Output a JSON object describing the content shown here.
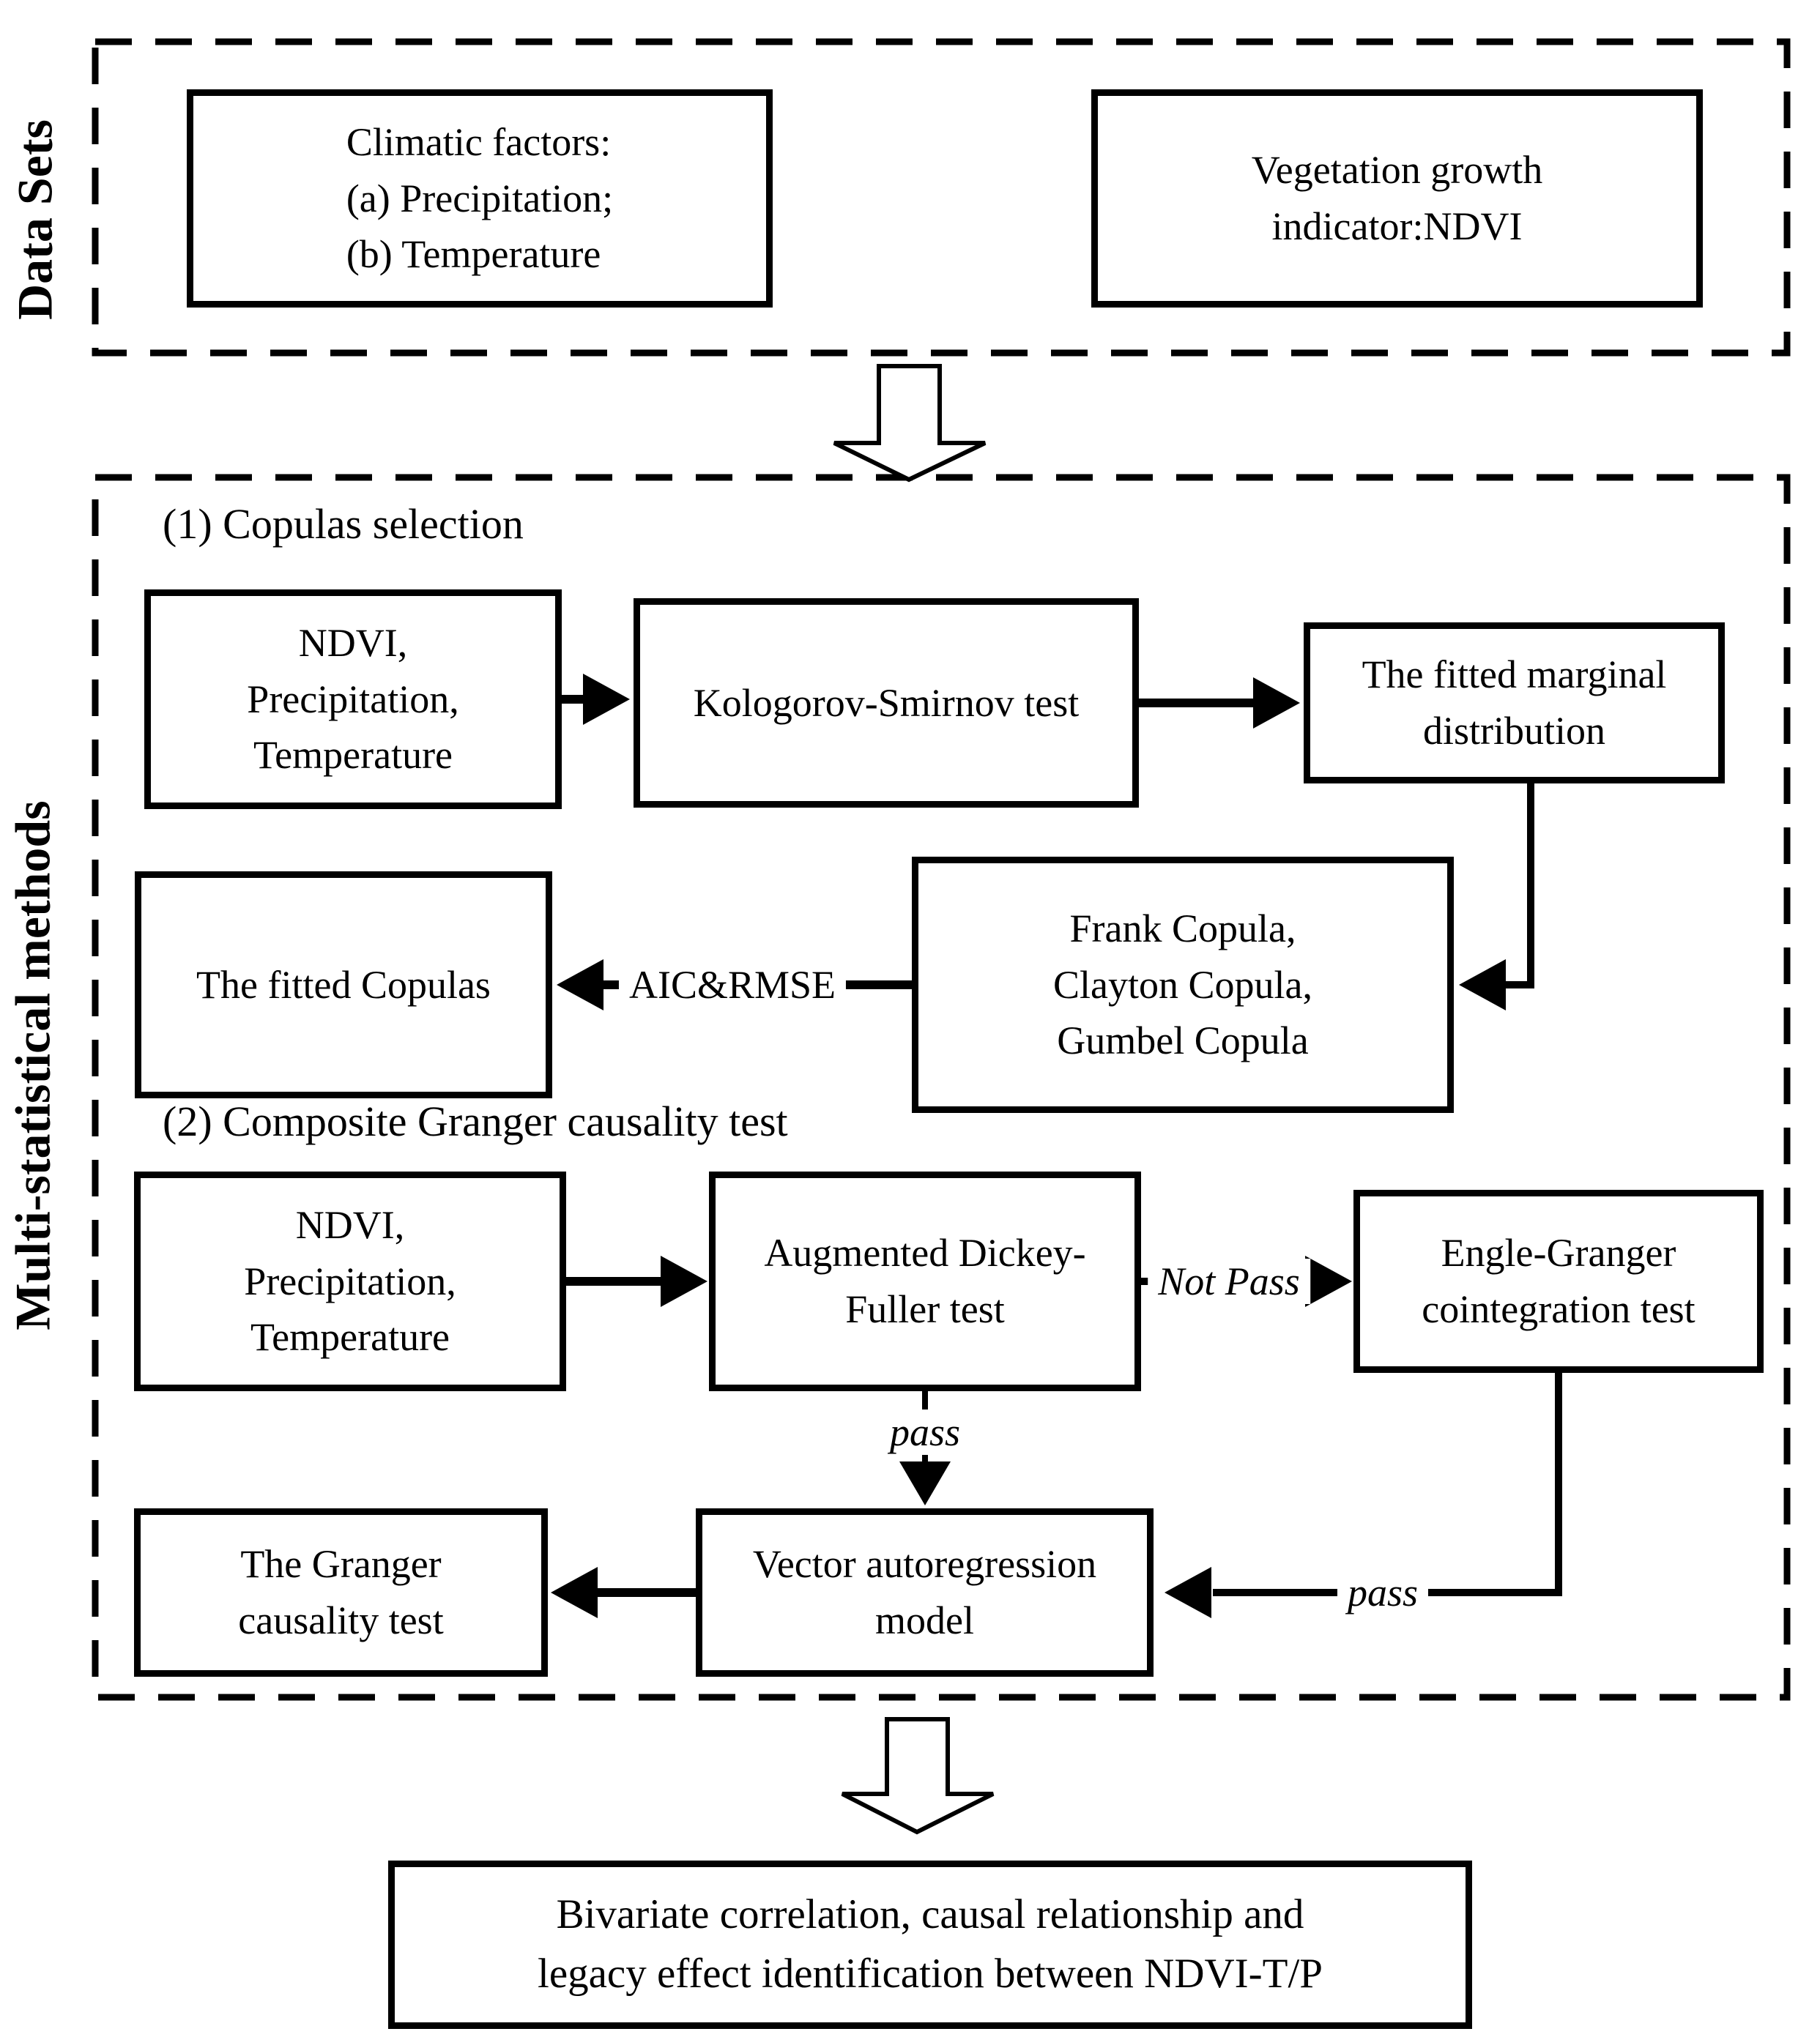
{
  "colors": {
    "ink": "#000000",
    "paper": "#ffffff"
  },
  "sections": {
    "data_sets": {
      "label": "Data Sets",
      "boxes": {
        "climatic": {
          "lines": [
            "Climatic factors:",
            "(a) Precipitation;",
            "(b) Temperature"
          ]
        },
        "vegetation": {
          "lines": [
            "Vegetation growth",
            "indicator:NDVI"
          ]
        }
      }
    },
    "methods": {
      "label": "Multi-statistical methods",
      "step1_title": "(1) Copulas selection",
      "step2_title": "(2) Composite Granger causality test",
      "boxes": {
        "inputs1": {
          "lines": [
            "NDVI,",
            "Precipitation,",
            "Temperature"
          ]
        },
        "ks_test": {
          "lines": [
            "Kologorov-Smirnov test"
          ]
        },
        "fitted_marginal": {
          "lines": [
            "The fitted marginal",
            "distribution"
          ]
        },
        "copula_candidates": {
          "lines": [
            "Frank Copula,",
            "Clayton Copula,",
            "Gumbel Copula"
          ]
        },
        "fitted_copulas": {
          "lines": [
            "The fitted Copulas"
          ]
        },
        "inputs2": {
          "lines": [
            "NDVI,",
            "Precipitation,",
            "Temperature"
          ]
        },
        "adf_test": {
          "lines": [
            "Augmented Dickey-",
            "Fuller test"
          ]
        },
        "eg_test": {
          "lines": [
            "Engle-Granger",
            "cointegration test"
          ]
        },
        "var_model": {
          "lines": [
            "Vector autoregression",
            "model"
          ]
        },
        "granger_test": {
          "lines": [
            "The Granger",
            "causality test"
          ]
        }
      },
      "edge_labels": {
        "aic_rmse": "AIC&RMSE",
        "not_pass": "Not Pass",
        "pass_adf": "pass",
        "pass_eg": "pass"
      }
    },
    "outcome": {
      "box": {
        "lines": [
          "Bivariate correlation, causal relationship and",
          "legacy effect identification between NDVI-T/P"
        ]
      }
    }
  }
}
